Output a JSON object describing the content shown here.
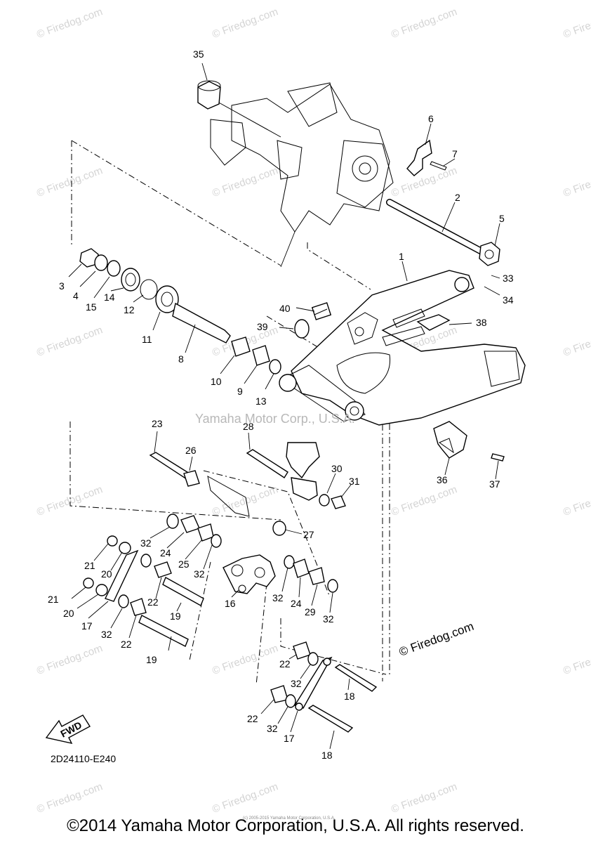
{
  "watermark": {
    "text": "© Firedog.com",
    "color": "#d4d4d4"
  },
  "center_watermark": "Yamaha Motor Corp., U.S.A.",
  "inline_firedog": "© Firedog.com",
  "diagram_code": "2D24110-E240",
  "fwd_label": "FWD",
  "tiny_note": "(c) 2005-2015 Yamaha Motor Corporation, U.S.A.",
  "copyright": "©2014 Yamaha Motor Corporation, U.S.A. All rights reserved.",
  "callouts": [
    "35",
    "6",
    "7",
    "2",
    "5",
    "1",
    "33",
    "34",
    "40",
    "38",
    "39",
    "3",
    "4",
    "15",
    "14",
    "12",
    "11",
    "8",
    "10",
    "9",
    "13",
    "23",
    "28",
    "26",
    "30",
    "31",
    "36",
    "37",
    "27",
    "32",
    "24",
    "25",
    "21",
    "20",
    "16",
    "29",
    "17",
    "19",
    "22",
    "18"
  ]
}
